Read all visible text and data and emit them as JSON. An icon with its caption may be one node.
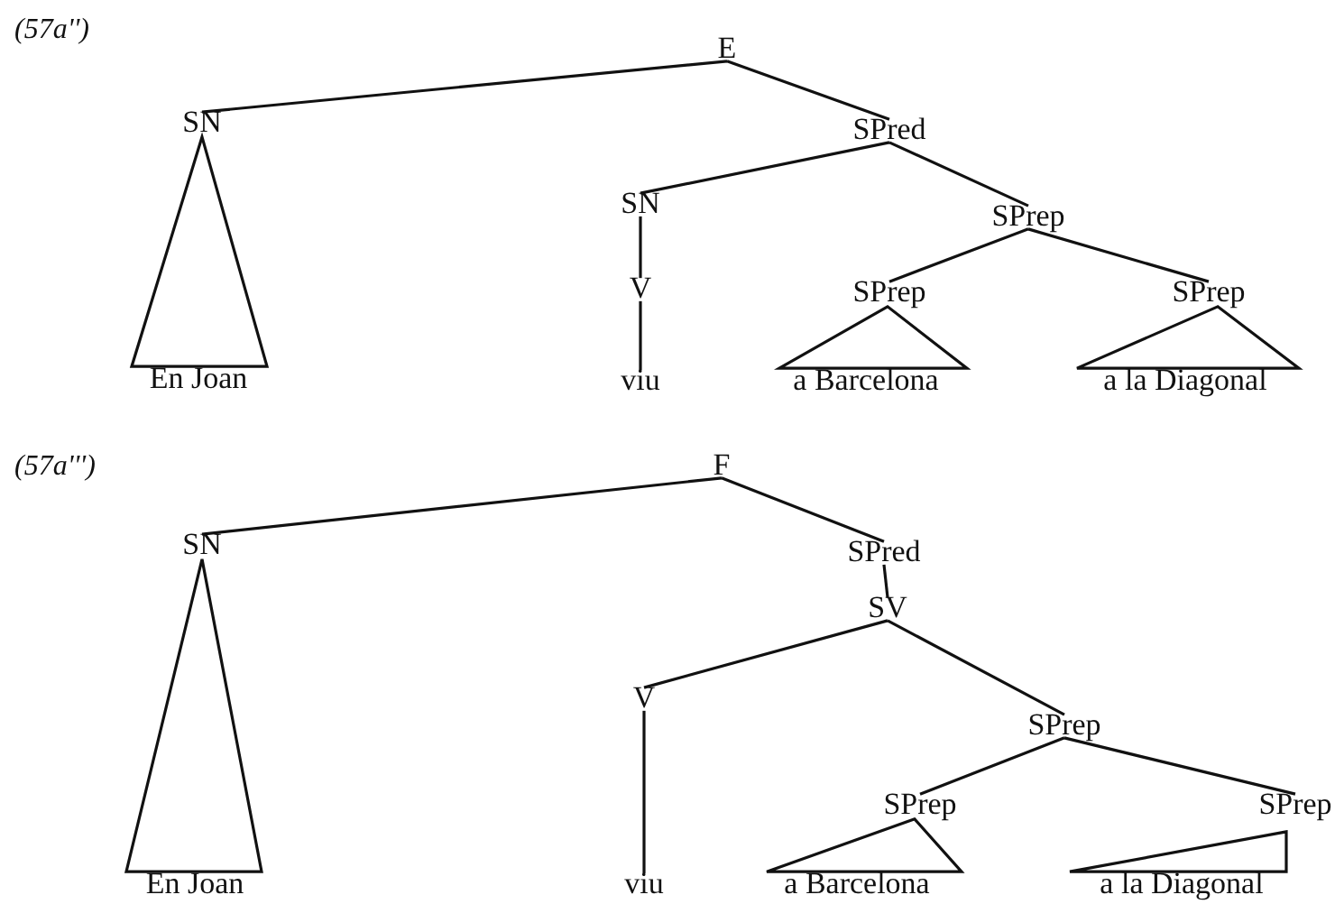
{
  "diagram": {
    "nodes": [
      {
        "text": [
          "E"
        ]
      },
      {
        "text": [
          "SN"
        ]
      },
      {
        "text": [
          "SPred"
        ]
      },
      {
        "text": [
          "En Joan"
        ]
      },
      {
        "text": [
          "SN"
        ]
      },
      {
        "text": [
          "SPrep"
        ]
      },
      {
        "text": [
          "V"
        ]
      },
      {
        "text": [
          "viu"
        ]
      },
      {
        "text": [
          "SPrep"
        ]
      },
      {
        "text": [
          "SPrep"
        ]
      },
      {
        "text": [
          "a Barcelona"
        ]
      },
      {
        "text": [
          "a la Diagonal"
        ]
      },
      {
        "text": [
          "F"
        ]
      },
      {
        "text": [
          "SN"
        ]
      },
      {
        "text": [
          "SPred"
        ]
      },
      {
        "text": [
          "En Joan"
        ]
      },
      {
        "text": [
          "SV"
        ]
      },
      {
        "text": [
          "V"
        ]
      },
      {
        "text": [
          "SPrep"
        ]
      },
      {
        "text": [
          "viu"
        ]
      },
      {
        "text": [
          "SPrep"
        ]
      },
      {
        "text": [
          "SPrep"
        ]
      },
      {
        "text": [
          "a Barcelona"
        ]
      },
      {
        "text": [
          "a la Diagonal"
        ]
      }
    ],
    "edges": [
      {
        "from": 0,
        "to": 1,
        "arrow": "none"
      },
      {
        "from": 0,
        "to": 2,
        "arrow": "none"
      },
      {
        "from": 1,
        "to": 3,
        "arrow": "none"
      },
      {
        "from": 2,
        "to": 4,
        "arrow": "none"
      },
      {
        "from": 2,
        "to": 5,
        "arrow": "none"
      },
      {
        "from": 4,
        "to": 6,
        "arrow": "none"
      },
      {
        "from": 6,
        "to": 7,
        "arrow": "none"
      },
      {
        "from": 5,
        "to": 8,
        "arrow": "none"
      },
      {
        "from": 5,
        "to": 9,
        "arrow": "none"
      },
      {
        "from": 8,
        "to": 10,
        "arrow": "none"
      },
      {
        "from": 9,
        "to": 11,
        "arrow": "none"
      },
      {
        "from": 12,
        "to": 13,
        "arrow": "none"
      },
      {
        "from": 12,
        "to": 14,
        "arrow": "none"
      },
      {
        "from": 13,
        "to": 15,
        "arrow": "none"
      },
      {
        "from": 14,
        "to": 16,
        "arrow": "none"
      },
      {
        "from": 16,
        "to": 17,
        "arrow": "none"
      },
      {
        "from": 16,
        "to": 18,
        "arrow": "none"
      },
      {
        "from": 17,
        "to": 19,
        "arrow": "none"
      },
      {
        "from": 18,
        "to": 20,
        "arrow": "none"
      },
      {
        "from": 18,
        "to": 21,
        "arrow": "none"
      },
      {
        "from": 20,
        "to": 22,
        "arrow": "none"
      },
      {
        "from": 21,
        "to": 23,
        "arrow": "none"
      }
    ],
    "labels": [
      "(57a'')",
      "(57a''')"
    ]
  }
}
